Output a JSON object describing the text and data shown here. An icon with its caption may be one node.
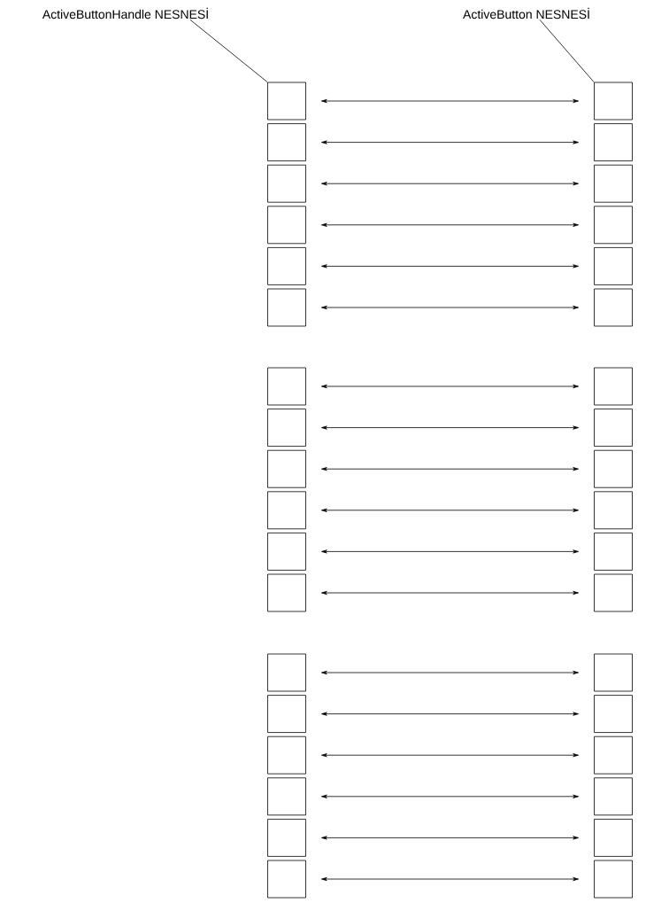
{
  "diagram": {
    "nodes": [
      {
        "text": [
          "ActiveButtonHandle NESNESİ"
        ]
      },
      {
        "text": [
          "ActiveButton NESNESİ"
        ]
      },
      {
        "text": [],
        "shape": "box"
      },
      {
        "text": [],
        "shape": "box"
      },
      {
        "text": [],
        "shape": "box"
      },
      {
        "text": [],
        "shape": "box"
      },
      {
        "text": [],
        "shape": "box"
      },
      {
        "text": [],
        "shape": "box"
      },
      {
        "text": [],
        "shape": "box"
      },
      {
        "text": [],
        "shape": "box"
      },
      {
        "text": [],
        "shape": "box"
      },
      {
        "text": [],
        "shape": "box"
      },
      {
        "text": [],
        "shape": "box"
      },
      {
        "text": [],
        "shape": "box"
      },
      {
        "text": [],
        "shape": "box"
      },
      {
        "text": [],
        "shape": "box"
      },
      {
        "text": [],
        "shape": "box"
      },
      {
        "text": [],
        "shape": "box"
      },
      {
        "text": [],
        "shape": "box"
      },
      {
        "text": [],
        "shape": "box"
      },
      {
        "text": [],
        "shape": "box"
      },
      {
        "text": [],
        "shape": "box"
      },
      {
        "text": [],
        "shape": "box"
      },
      {
        "text": [],
        "shape": "box"
      },
      {
        "text": [],
        "shape": "box"
      },
      {
        "text": [],
        "shape": "box"
      },
      {
        "text": [],
        "shape": "box"
      },
      {
        "text": [],
        "shape": "box"
      },
      {
        "text": [],
        "shape": "box"
      },
      {
        "text": [],
        "shape": "box"
      },
      {
        "text": [],
        "shape": "box"
      },
      {
        "text": [],
        "shape": "box"
      },
      {
        "text": [],
        "shape": "box"
      },
      {
        "text": [],
        "shape": "box"
      },
      {
        "text": [],
        "shape": "box"
      },
      {
        "text": [],
        "shape": "box"
      },
      {
        "text": [],
        "shape": "box"
      },
      {
        "text": [],
        "shape": "box"
      }
    ],
    "edges": [
      {
        "from": 0,
        "to": 2,
        "arrow": "none"
      },
      {
        "from": 1,
        "to": 3,
        "arrow": "none"
      },
      {
        "from": 2,
        "to": 3,
        "arrow": "both"
      },
      {
        "from": 4,
        "to": 5,
        "arrow": "both"
      },
      {
        "from": 6,
        "to": 7,
        "arrow": "both"
      },
      {
        "from": 8,
        "to": 9,
        "arrow": "both"
      },
      {
        "from": 10,
        "to": 11,
        "arrow": "both"
      },
      {
        "from": 12,
        "to": 13,
        "arrow": "both"
      },
      {
        "from": 14,
        "to": 15,
        "arrow": "both"
      },
      {
        "from": 16,
        "to": 17,
        "arrow": "both"
      },
      {
        "from": 18,
        "to": 19,
        "arrow": "both"
      },
      {
        "from": 20,
        "to": 21,
        "arrow": "both"
      },
      {
        "from": 22,
        "to": 23,
        "arrow": "both"
      },
      {
        "from": 24,
        "to": 25,
        "arrow": "both"
      },
      {
        "from": 26,
        "to": 27,
        "arrow": "both"
      },
      {
        "from": 28,
        "to": 29,
        "arrow": "both"
      },
      {
        "from": 30,
        "to": 31,
        "arrow": "both"
      },
      {
        "from": 32,
        "to": 33,
        "arrow": "both"
      },
      {
        "from": 34,
        "to": 35,
        "arrow": "both"
      },
      {
        "from": 36,
        "to": 37,
        "arrow": "both"
      }
    ]
  }
}
